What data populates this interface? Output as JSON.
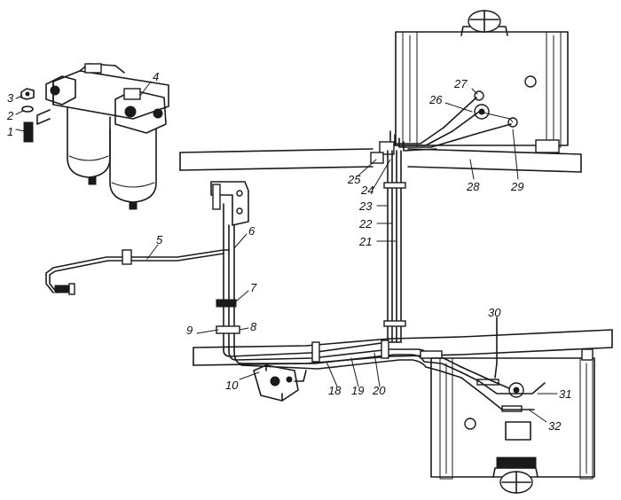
{
  "diagram": {
    "callouts": [
      "1",
      "2",
      "3",
      "4",
      "5",
      "6",
      "7",
      "8",
      "9",
      "10",
      "18",
      "19",
      "20",
      "21",
      "22",
      "23",
      "24",
      "25",
      "26",
      "27",
      "28",
      "29",
      "30",
      "31",
      "32"
    ]
  }
}
